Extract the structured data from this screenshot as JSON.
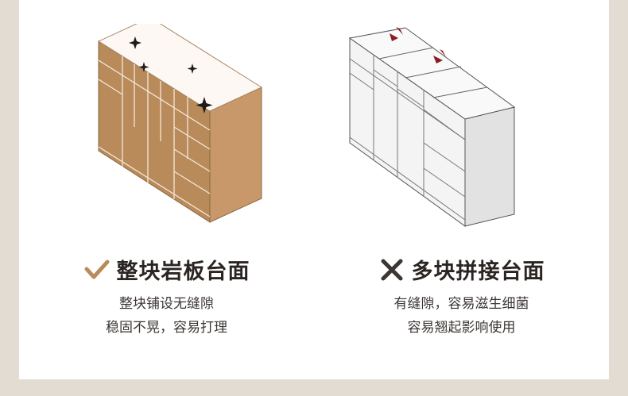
{
  "left": {
    "title": "整块岩板台面",
    "desc_lines": [
      "整块铺设无缝隙",
      "稳固不晃，容易打理"
    ],
    "mark_icon": "check-icon",
    "mark_color": "#b98a5a"
  },
  "right": {
    "title": "多块拼接台面",
    "desc_lines": [
      "有缝隙，容易滋生细菌",
      "容易翘起影响使用"
    ],
    "mark_icon": "cross-icon",
    "mark_color": "#3b3633"
  },
  "colors": {
    "background": "#e3dcd2",
    "panel": "#ffffff",
    "wood": "#b98a5a",
    "seam_marker": "#8a1c22"
  }
}
